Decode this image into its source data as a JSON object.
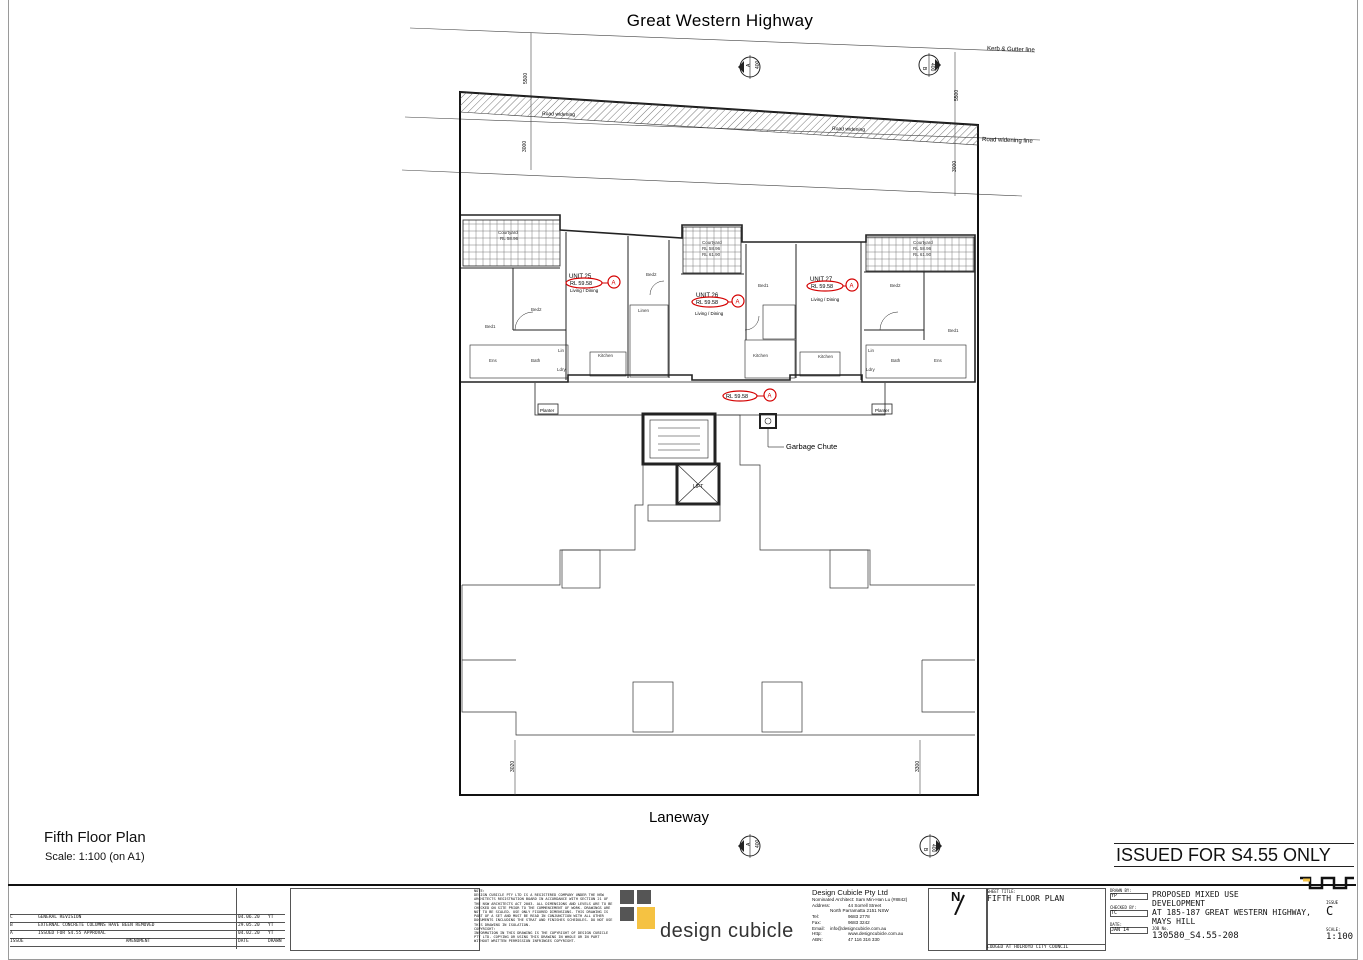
{
  "drawing": {
    "top_street": "Great Western Highway",
    "bottom_street": "Laneway",
    "kerb_line": "Kerb & Gutter line",
    "road_widening_line": "Road widening line",
    "road_widening_1": "Road widening",
    "road_widening_2": "Road widening",
    "dim_5500_left": "5500",
    "dim_3000_left": "3000",
    "dim_5500_right": "5500",
    "dim_3000_right": "3000",
    "dim_3020_left": "3020",
    "dim_3300_right": "3300",
    "garbage_chute": "Garbage Chute",
    "lift": "LIFT",
    "planter_left": "Planter",
    "planter_right": "Planter",
    "section_a_top": "A",
    "section_a_sheet_top": "400",
    "section_b_top": "B",
    "section_b_sheet_top": "400",
    "section_a_bottom": "A",
    "section_a_sheet_bottom": "400",
    "section_b_bottom": "B",
    "section_b_sheet_bottom": "400",
    "units": [
      {
        "name": "UNIT 25",
        "rl": "RL 59.58",
        "rev": "A",
        "room": "Living / Dining"
      },
      {
        "name": "UNIT 26",
        "rl": "RL 59.58",
        "rev": "A",
        "room": "Living / Dining"
      },
      {
        "name": "UNIT 27",
        "rl": "RL 59.58",
        "rev": "A",
        "room": "Living / Dining"
      }
    ],
    "corridor_rl": "RL 59.58",
    "corridor_rev": "A",
    "courtyard_1": "Courtyard",
    "courtyard_1_rl": "RL 58.96",
    "courtyard_2": "Courtyard",
    "courtyard_2_rl": "RL 58.96",
    "courtyard_2_rl2": "RL 61.90",
    "courtyard_3": "Courtyard",
    "courtyard_3_rl": "RL 58.96",
    "courtyard_3_rl2": "RL 61.90",
    "rooms": {
      "bed1_a": "Bed1",
      "bed2_a": "Bed2",
      "bed2_b": "Bed2",
      "bed1_b": "Bed1",
      "bed2_c": "Bed2",
      "bed1_c": "Bed1",
      "kitchen_a": "Kitchen",
      "kitchen_b": "Kitchen",
      "kitchen_c": "Kitchen",
      "linen": "Linen",
      "bath_a": "Bath",
      "bath_b": "Bath",
      "ens_a": "Ens",
      "ens_b": "Ens",
      "lin_a": "Lin",
      "lin_b": "Lin",
      "ldry_a": "Ldry",
      "ldry_b": "Ldry"
    }
  },
  "plan": {
    "title": "Fifth Floor Plan",
    "scale": "Scale: 1:100 (on A1)",
    "issued": "ISSUED FOR S4.55 ONLY"
  },
  "title_block": {
    "revisions": [
      {
        "rev": "C",
        "desc": "GENERAL REVISION",
        "date": "04.06.20",
        "by": "YT"
      },
      {
        "rev": "B",
        "desc": "EXTERNAL CONCRETE COLUMNS HAVE BEEN REMOVED",
        "date": "29.05.20",
        "by": "YT"
      },
      {
        "rev": "A",
        "desc": "ISSUED FOR S4.55 APPROVAL",
        "date": "04.02.20",
        "by": "YT"
      }
    ],
    "rev_headers": {
      "issue": "ISSUE",
      "amendment": "AMENDMENT",
      "date": "DATE",
      "drawn": "DRAWN"
    },
    "notes_heading": "NOTE:",
    "notes": "DESIGN CUBICLE PTY LTD IS A REGISTERED COMPANY UNDER THE NSW ARCHITECTS REGISTRATION BOARD IN ACCORDANCE WITH SECTION 21 OF THE NSW ARCHITECTS ACT 2003. ALL DIMENSIONS AND LEVELS ARE TO BE CHECKED ON SITE PRIOR TO THE COMMENCEMENT OF WORK. DRAWINGS ARE NOT TO BE SCALED. USE ONLY FIGURED DIMENSIONS. THIS DRAWING IS PART OF A SET AND MUST BE READ IN CONJUNCTION WITH ALL OTHER DOCUMENTS INCLUDING THE STRAT AND FINISHES SCHEDULES. DO NOT USE THIS DRAWING IN ISOLATION.",
    "copyright_heading": "COPYRIGHT:",
    "copyright": "INFORMATION IN THIS DRAWING IS THE COPYRIGHT OF DESIGN CUBICLE PTY LTD. COPYING OR USING THIS DRAWING IN WHOLE OR IN PART WITHOUT WRITTEN PERMISSION INFRINGES COPYRIGHT.",
    "logo_text": "design cubicle",
    "company": "Design Cubicle Pty Ltd",
    "architect": "Nominated Architect: Sam Min-Han Lu (#8842)",
    "address_label": "Address:",
    "address_1": "44 Sorrell Street",
    "address_2": "North Parramatta 2151 NSW",
    "tel_label": "Tel:",
    "tel": "9683 2778",
    "fax_label": "Fax:",
    "fax": "9683 3242",
    "email_label": "Email:",
    "email": "info@designcubicle.com.au",
    "http_label": "Http:",
    "http": "www.designcubicle.com.au",
    "abn_label": "ABN:",
    "abn": "47 116 316 330",
    "north": "N",
    "sheet_title_label": "SHEET TITLE:",
    "sheet_title": "FIFTH FLOOR PLAN",
    "lodged": "LODGED AT HOLROYD CITY COUNCIL",
    "drawn_by_label": "DRAWN BY:",
    "drawn_by": "YP",
    "checked_by_label": "CHECKED BY:",
    "checked_by": "TC",
    "date_label": "DATE:",
    "date": "JAN 14",
    "project_1": "PROPOSED MIXED USE",
    "project_2": "DEVELOPMENT",
    "project_3": "AT 185-187 GREAT WESTERN HIGHWAY,",
    "project_4": "MAYS HILL",
    "job_label": "JOB No.",
    "job": "130580_S4.55-208",
    "issue_label": "ISSUE",
    "issue": "C",
    "scale_label": "SCALE:",
    "scale": "1:100"
  },
  "colors": {
    "revision_red": "#d40000",
    "logo_dark": "#555555",
    "logo_yellow": "#f5c242",
    "line": "#222222"
  }
}
